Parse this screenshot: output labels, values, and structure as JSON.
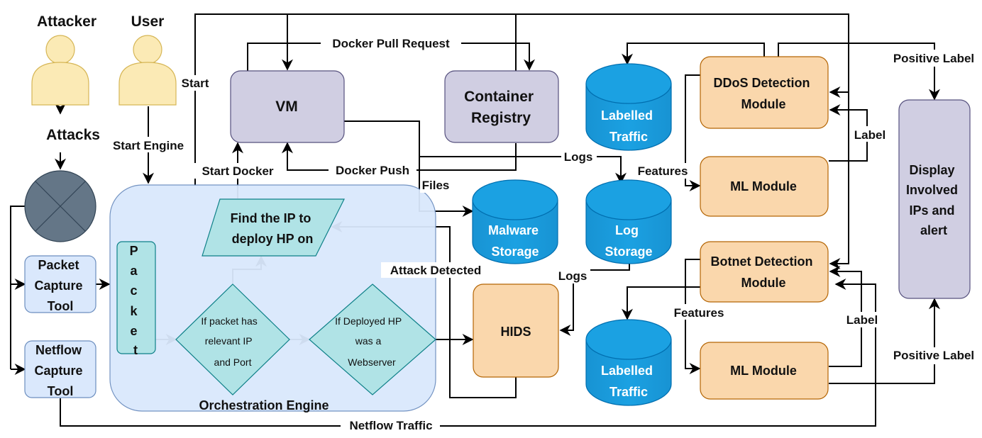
{
  "actors": {
    "attacker": "Attacker",
    "user": "User"
  },
  "nodes": {
    "vm": "VM",
    "container_registry": [
      "Container",
      "Registry"
    ],
    "find_ip": [
      "Find the IP to",
      "deploy HP on"
    ],
    "packet": [
      "P",
      "a",
      "c",
      "k",
      "e",
      "t"
    ],
    "decision_relevant": [
      "If packet has",
      "relevant IP",
      "and Port"
    ],
    "decision_webserver": [
      "If Deployed HP",
      "was a",
      "Webserver"
    ],
    "orchestration_engine": "Orchestration Engine",
    "packet_capture_tool": [
      "Packet",
      "Capture",
      "Tool"
    ],
    "netflow_capture_tool": [
      "Netflow",
      "Capture",
      "Tool"
    ],
    "malware_storage": [
      "Malware",
      "Storage"
    ],
    "log_storage": [
      "Log",
      "Storage"
    ],
    "labelled_traffic_top": [
      "Labelled",
      "Traffic"
    ],
    "labelled_traffic_bottom": [
      "Labelled",
      "Traffic"
    ],
    "hids": "HIDS",
    "ddos_module": [
      "DDoS Detection",
      "Module"
    ],
    "ml_module_top": "ML Module",
    "botnet_module": [
      "Botnet Detection",
      "Module"
    ],
    "ml_module_bottom": "ML Module",
    "display": [
      "Display",
      "Involved",
      "IPs and",
      "alert"
    ]
  },
  "edge_labels": {
    "attacks": "Attacks",
    "start_engine": "Start Engine",
    "start": "Start",
    "start_docker": "Start Docker",
    "docker_pull_request": "Docker Pull Request",
    "docker_push": "Docker Push",
    "files": "Files",
    "logs_vm": "Logs",
    "logs_hids": "Logs",
    "attack_detected": "Attack Detected",
    "features_top": "Features",
    "features_bottom": "Features",
    "label_top": "Label",
    "label_bottom": "Label",
    "positive_label_top": "Positive Label",
    "positive_label_bottom": "Positive Label",
    "netflow_traffic": "Netflow Traffic"
  },
  "colors": {
    "actor_fill": "#fbeab5",
    "actor_stroke": "#d6b656",
    "purple_fill": "#d0cee2",
    "purple_stroke": "#56517e",
    "orange_fill": "#fad7ac",
    "orange_stroke": "#b46504",
    "teal_fill": "#b0e3e6",
    "teal_stroke": "#0e8088",
    "engine_fill": "#dae8fc",
    "engine_stroke": "#6c8ebf",
    "cyl_fill": "#1ba1e2",
    "cyl_stroke": "#006eaf",
    "router_fill": "#647687",
    "router_stroke": "#314354"
  }
}
